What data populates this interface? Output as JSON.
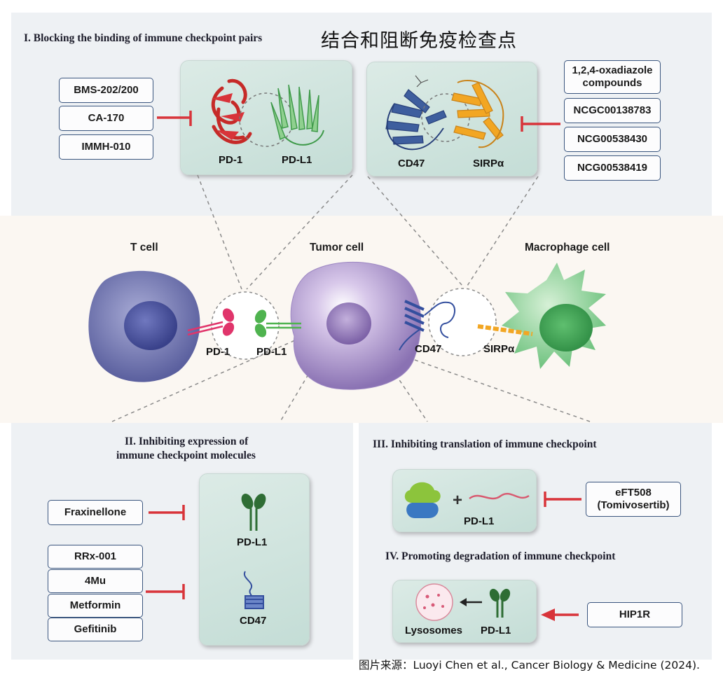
{
  "chinese_title": "结合和阻断免疫检查点",
  "sections": {
    "blocking": "I. Blocking the binding of immune checkpoint pairs",
    "expression_line1": "II. Inhibiting expression of",
    "expression_line2": "immune checkpoint molecules",
    "translation": "III. Inhibiting translation of immune checkpoint",
    "degradation": "IV. Promoting degradation of immune checkpoint"
  },
  "pd1_inhibitors": [
    "BMS-202/200",
    "CA-170",
    "IMMH-010"
  ],
  "cd47_inhibitors": [
    {
      "line1": "1,2,4-oxadiazole",
      "line2": "compounds"
    },
    {
      "line1": "NCGC00138783"
    },
    {
      "line1": "NCG00538430"
    },
    {
      "line1": "NCG00538419"
    }
  ],
  "pd1_structure_labels": {
    "left": "PD-1",
    "right": "PD-L1"
  },
  "cd47_structure_labels": {
    "left": "CD47",
    "right": "SIRPα"
  },
  "cells": {
    "t_cell": "T cell",
    "tumor": "Tumor cell",
    "macrophage": "Macrophage cell"
  },
  "interaction_labels": {
    "pd1": "PD-1",
    "pdl1": "PD-L1",
    "cd47": "CD47",
    "sirpa": "SIRPα"
  },
  "expression_drugs": {
    "pdl1": [
      "Fraxinellone"
    ],
    "cd47": [
      "RRx-001",
      "4Mu",
      "Metformin",
      "Gefitinib"
    ]
  },
  "expression_box_labels": {
    "top": "PD-L1",
    "bottom": "CD47"
  },
  "translation": {
    "box_label": "PD-L1",
    "drug_line1": "eFT508",
    "drug_line2": "(Tomivosertib)"
  },
  "degradation": {
    "lysosomes": "Lysosomes",
    "pdl1": "PD-L1",
    "drug": "HIP1R"
  },
  "credit": "图片来源：Luoyi Chen et al., Cancer Biology & Medicine (2024).",
  "colors": {
    "inhibitor_red": "#d8343a",
    "box_border": "#3a557e",
    "panel_bg": "#eef1f4"
  }
}
